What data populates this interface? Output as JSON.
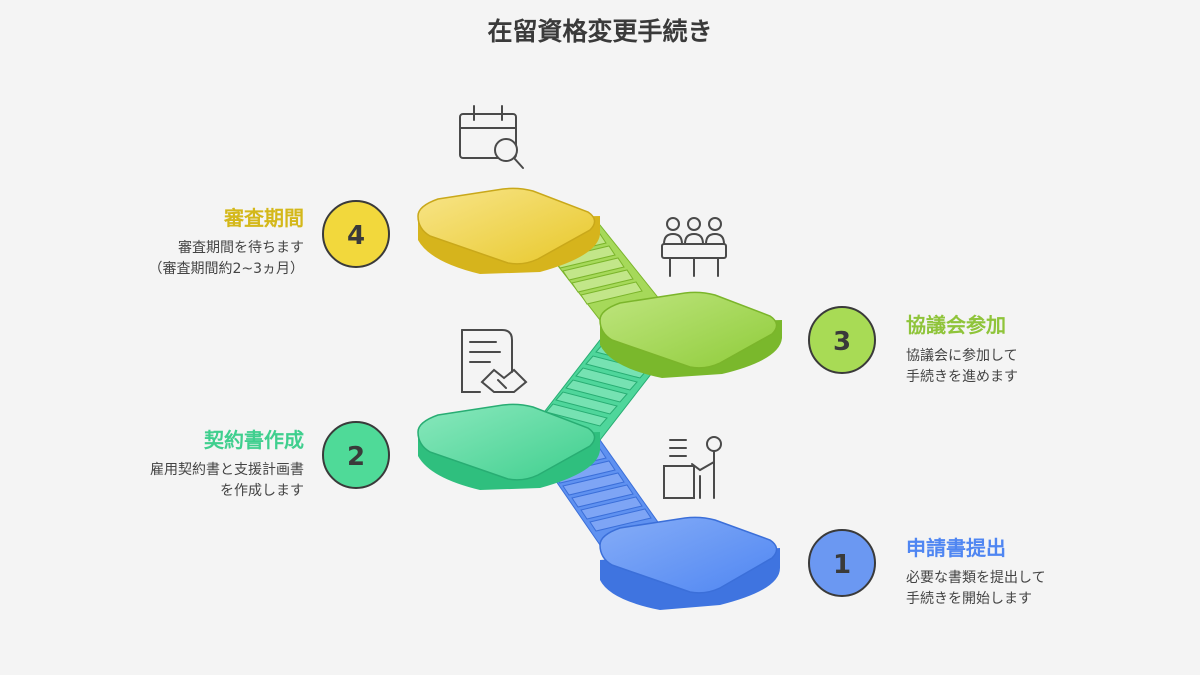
{
  "title": "在留資格変更手続き",
  "steps": [
    {
      "number": "1",
      "title": "申請書提出",
      "desc": "必要な書類を提出して\n手続きを開始します",
      "color": "#4f86f2",
      "icon": "person-at-desk-icon"
    },
    {
      "number": "2",
      "title": "契約書作成",
      "desc": "雇用契約書と支援計画書\nを作成します",
      "color": "#3fcf8e",
      "icon": "contract-handshake-icon"
    },
    {
      "number": "3",
      "title": "協議会参加",
      "desc": "協議会に参加して\n手続きを進めます",
      "color": "#8fcc3a",
      "icon": "meeting-group-icon"
    },
    {
      "number": "4",
      "title": "審査期間",
      "desc": "審査期間を待ちます\n（審査期間約2~3ヵ月）",
      "color": "#e8c82a",
      "icon": "calendar-search-icon"
    }
  ]
}
